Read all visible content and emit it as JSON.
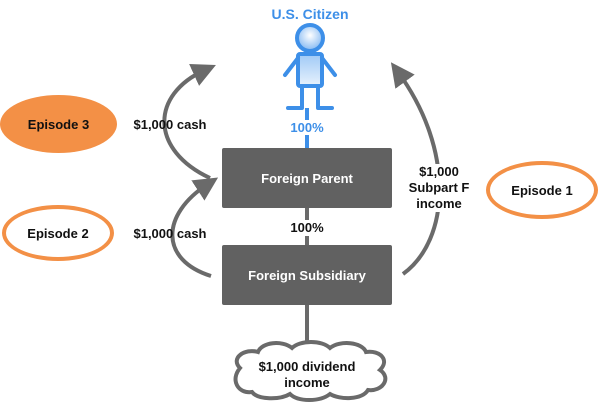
{
  "person": {
    "label": "U.S. Citizen",
    "ownership": "100%"
  },
  "entities": {
    "parent": "Foreign Parent",
    "subsidiary": "Foreign Subsidiary",
    "parent_to_sub_ownership": "100%"
  },
  "cloud": {
    "line1": "$1,000 dividend",
    "line2": "income"
  },
  "flows": {
    "episode3_flow": "$1,000 cash",
    "episode2_flow": "$1,000 cash",
    "episode1_flow": [
      "$1,000",
      "Subpart F",
      "income"
    ]
  },
  "episodes": {
    "episode1": "Episode 1",
    "episode2": "Episode 2",
    "episode3": "Episode 3"
  },
  "colors": {
    "accent_blue": "#3d8fe8",
    "orange": "#f39046",
    "box_gray": "#616161",
    "arrow_gray": "#6a6a6a"
  }
}
